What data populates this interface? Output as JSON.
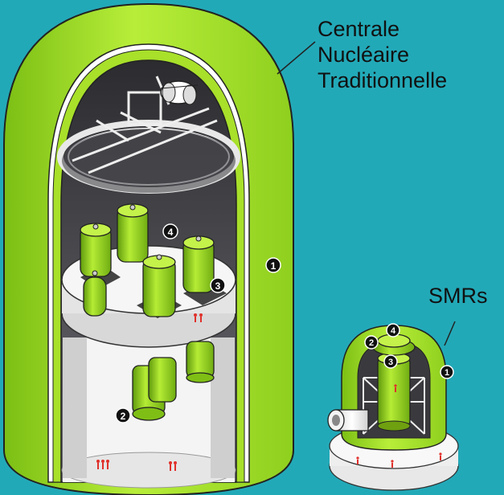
{
  "labels": {
    "traditional_line1": "Centrale",
    "traditional_line2": "Nucléaire",
    "traditional_line3": "Traditionnelle",
    "smr": "SMRs"
  },
  "markers": {
    "m1": "1",
    "m2": "2",
    "m3": "3",
    "m4": "4"
  },
  "colors": {
    "background": "#22a9b8",
    "containment": "#a8e02a",
    "containment_dark": "#6fa010",
    "interior_dark": "#5c5c60",
    "floor": "#f2f2f2",
    "people": "#e0302a"
  }
}
